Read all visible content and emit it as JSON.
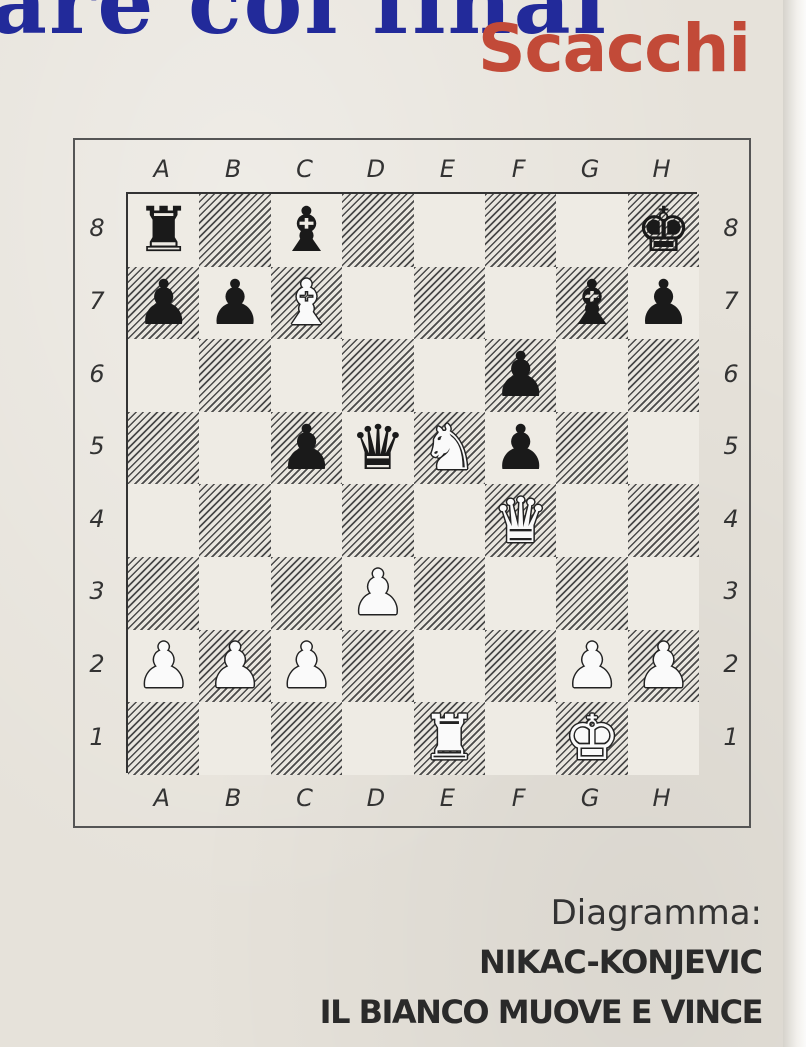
{
  "header": {
    "title": "are col finali",
    "section": "Scacchi"
  },
  "board": {
    "files": [
      "A",
      "B",
      "C",
      "D",
      "E",
      "F",
      "G",
      "H"
    ],
    "ranks": [
      "8",
      "7",
      "6",
      "5",
      "4",
      "3",
      "2",
      "1"
    ],
    "pieces": [
      {
        "square": "a8",
        "color": "black",
        "type": "rook",
        "glyph": "♜"
      },
      {
        "square": "c8",
        "color": "black",
        "type": "bishop",
        "glyph": "♝"
      },
      {
        "square": "h8",
        "color": "black",
        "type": "king",
        "glyph": "♚"
      },
      {
        "square": "a7",
        "color": "black",
        "type": "pawn",
        "glyph": "♟"
      },
      {
        "square": "b7",
        "color": "black",
        "type": "pawn",
        "glyph": "♟"
      },
      {
        "square": "c7",
        "color": "white",
        "type": "bishop",
        "glyph": "♝"
      },
      {
        "square": "g7",
        "color": "black",
        "type": "bishop",
        "glyph": "♝"
      },
      {
        "square": "h7",
        "color": "black",
        "type": "pawn",
        "glyph": "♟"
      },
      {
        "square": "f6",
        "color": "black",
        "type": "pawn",
        "glyph": "♟"
      },
      {
        "square": "c5",
        "color": "black",
        "type": "pawn",
        "glyph": "♟"
      },
      {
        "square": "d5",
        "color": "black",
        "type": "queen",
        "glyph": "♛"
      },
      {
        "square": "e5",
        "color": "white",
        "type": "knight",
        "glyph": "♞"
      },
      {
        "square": "f5",
        "color": "black",
        "type": "pawn",
        "glyph": "♟"
      },
      {
        "square": "f4",
        "color": "white",
        "type": "queen",
        "glyph": "♛"
      },
      {
        "square": "d3",
        "color": "white",
        "type": "pawn",
        "glyph": "♟"
      },
      {
        "square": "a2",
        "color": "white",
        "type": "pawn",
        "glyph": "♟"
      },
      {
        "square": "b2",
        "color": "white",
        "type": "pawn",
        "glyph": "♟"
      },
      {
        "square": "c2",
        "color": "white",
        "type": "pawn",
        "glyph": "♟"
      },
      {
        "square": "g2",
        "color": "white",
        "type": "pawn",
        "glyph": "♟"
      },
      {
        "square": "h2",
        "color": "white",
        "type": "pawn",
        "glyph": "♟"
      },
      {
        "square": "e1",
        "color": "white",
        "type": "rook",
        "glyph": "♜"
      },
      {
        "square": "g1",
        "color": "white",
        "type": "king",
        "glyph": "♚"
      }
    ]
  },
  "caption": {
    "line1": "Diagramma:",
    "line2": "NIKAC-KONJEVIC",
    "line3": "IL BIANCO MUOVE E VINCE"
  }
}
